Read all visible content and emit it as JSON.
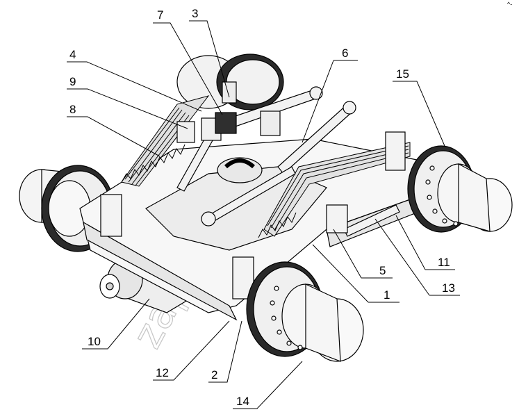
{
  "diagram": {
    "callouts": [
      "1",
      "2",
      "3",
      "4",
      "5",
      "6",
      "7",
      "8",
      "9",
      "10",
      "11",
      "12",
      "13",
      "14",
      "15"
    ],
    "watermark": "zaptrac.ru",
    "corner_mark": "^-"
  },
  "colors": {
    "line": "#000000",
    "tire": "#2a2a2a",
    "hub": "#efefef",
    "shade": "#d9d9d9",
    "watermark": "#c8c8c8"
  }
}
